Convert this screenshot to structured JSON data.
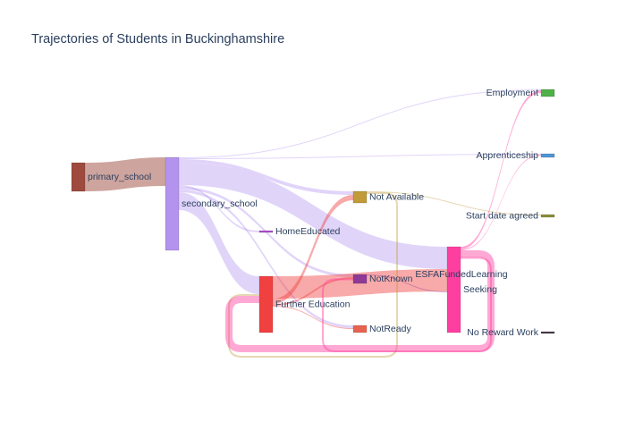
{
  "chart_data": {
    "type": "sankey",
    "title": "Trajectories of Students in Buckinghamshire",
    "nodes": [
      {
        "id": "primary_school",
        "label": "primary_school",
        "color": "#9e4a3e",
        "value": 32
      },
      {
        "id": "secondary_school",
        "label": "secondary_school",
        "color": "#b493ef",
        "value": 104
      },
      {
        "id": "HomeEducated",
        "label": "HomeEducated",
        "color": "#b04fcf",
        "value": 2
      },
      {
        "id": "Further Education",
        "label": "Further Education",
        "color": "#f04040",
        "value": 63
      },
      {
        "id": "Not Available",
        "label": "Not Available",
        "color": "#c19a3a",
        "value": 13
      },
      {
        "id": "NotKnown",
        "label": "NotKnown",
        "color": "#8e3a96",
        "value": 10
      },
      {
        "id": "NotReady",
        "label": "NotReady",
        "color": "#e8634f",
        "value": 8
      },
      {
        "id": "ESFAFundedLearning",
        "label": "ESFAFundedLearning",
        "color": "#ff3fa0",
        "value": 96
      },
      {
        "id": "Seeking",
        "label": "Seeking",
        "color": "#ff3fa0",
        "value": 0
      },
      {
        "id": "Employment",
        "label": "Employment",
        "color": "#4fb14a",
        "value": 8
      },
      {
        "id": "Apprenticeship",
        "label": "Apprenticeship",
        "color": "#4f96d6",
        "value": 4
      },
      {
        "id": "Start date agreed",
        "label": "Start date agreed",
        "color": "#8a8f3a",
        "value": 3
      },
      {
        "id": "No Reward Work",
        "label": "No Reward Work",
        "color": "#4a3a4a",
        "value": 2
      }
    ],
    "links": [
      {
        "source": "primary_school",
        "target": "secondary_school",
        "value": 32,
        "color": "rgba(158,74,62,0.5)"
      },
      {
        "source": "secondary_school",
        "target": "Employment",
        "value": 1,
        "color": "rgba(180,147,239,0.4)"
      },
      {
        "source": "secondary_school",
        "target": "Apprenticeship",
        "value": 1,
        "color": "rgba(180,147,239,0.4)"
      },
      {
        "source": "secondary_school",
        "target": "Not Available",
        "value": 4,
        "color": "rgba(180,147,239,0.4)"
      },
      {
        "source": "secondary_school",
        "target": "ESFAFundedLearning",
        "value": 25,
        "color": "rgba(180,147,239,0.4)"
      },
      {
        "source": "secondary_school",
        "target": "HomeEducated",
        "value": 2,
        "color": "rgba(180,147,239,0.4)"
      },
      {
        "source": "secondary_school",
        "target": "NotKnown",
        "value": 3,
        "color": "rgba(180,147,239,0.4)"
      },
      {
        "source": "secondary_school",
        "target": "NotReady",
        "value": 3,
        "color": "rgba(180,147,239,0.4)"
      },
      {
        "source": "secondary_school",
        "target": "Further Education",
        "value": 20,
        "color": "rgba(180,147,239,0.4)"
      },
      {
        "source": "Further Education",
        "target": "ESFAFundedLearning",
        "value": 25,
        "color": "rgba(240,64,64,0.45)"
      },
      {
        "source": "Further Education",
        "target": "Not Available",
        "value": 6,
        "color": "rgba(240,64,64,0.45)"
      },
      {
        "source": "Further Education",
        "target": "NotKnown",
        "value": 2,
        "color": "rgba(240,64,64,0.45)"
      },
      {
        "source": "Further Education",
        "target": "NotReady",
        "value": 1,
        "color": "rgba(240,64,64,0.45)"
      },
      {
        "source": "Not Available",
        "target": "Start date agreed",
        "value": 1,
        "color": "rgba(193,154,58,0.4)"
      },
      {
        "source": "Not Available",
        "target": "Further Education",
        "value": 2,
        "color": "rgba(193,154,58,0.4)"
      },
      {
        "source": "NotKnown",
        "target": "ESFAFundedLearning",
        "value": 1,
        "color": "rgba(142,58,150,0.4)"
      },
      {
        "source": "ESFAFundedLearning",
        "target": "Employment",
        "value": 3,
        "color": "rgba(255,63,160,0.45)"
      },
      {
        "source": "ESFAFundedLearning",
        "target": "Apprenticeship",
        "value": 1,
        "color": "rgba(255,63,160,0.45)"
      },
      {
        "source": "ESFAFundedLearning",
        "target": "Further Education",
        "value": 8,
        "color": "rgba(255,63,160,0.45)"
      },
      {
        "source": "ESFAFundedLearning",
        "target": "NotKnown",
        "value": 1,
        "color": "rgba(255,63,160,0.45)"
      }
    ]
  }
}
